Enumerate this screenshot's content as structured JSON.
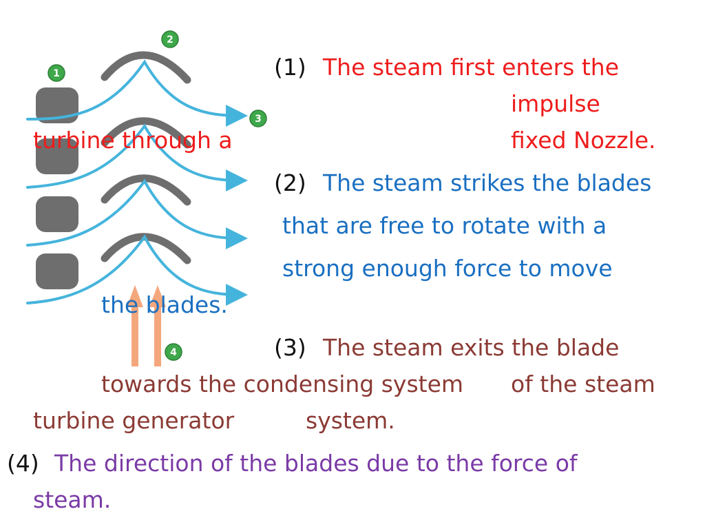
{
  "colors": {
    "step1": "#ee1c1c",
    "step2": "#1a6fc1",
    "step3": "#8b3a34",
    "step4": "#7a3aa6",
    "numbers": "#111111",
    "blade": "#6e6e6e",
    "nozzle": "#6e6e6e",
    "steam_flow": "#45b4dc",
    "force_arrow": "#f4a77c",
    "badge": "#3ea84a"
  },
  "diagram": {
    "badges": [
      "1",
      "2",
      "3",
      "4"
    ]
  },
  "steps": {
    "s1": {
      "number": "(1)",
      "line1": "The steam first enters the",
      "line2": "impulse",
      "line3": "turbine through a",
      "line4": "fixed Nozzle."
    },
    "s2": {
      "number": "(2)",
      "line1": "The steam strikes the blades",
      "line2": "that are free to rotate with a",
      "line3": "strong enough force to move",
      "line4": "the blades."
    },
    "s3": {
      "number": "(3)",
      "line1": "The steam exits the blade",
      "line2": "towards the condensing system",
      "line3": "of the steam",
      "line4": "turbine generator",
      "line5": "system."
    },
    "s4": {
      "number": "(4)",
      "line1": "The direction of the blades due to the force of",
      "line2": "steam."
    }
  }
}
